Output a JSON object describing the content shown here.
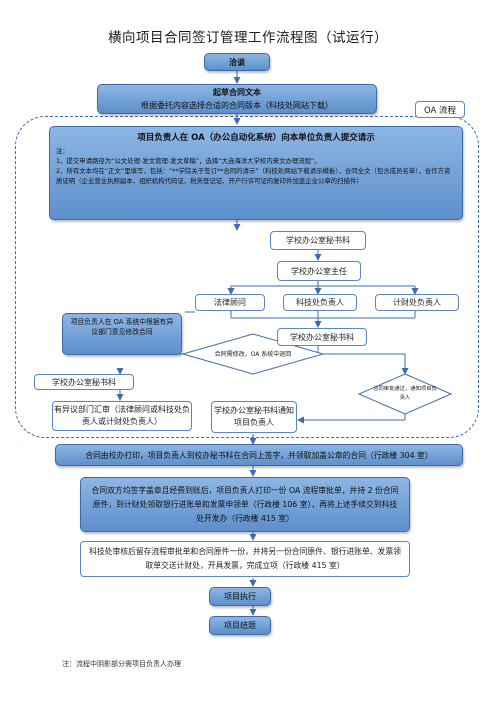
{
  "title": "横向项目合同签订管理工作流程图（试运行）",
  "nodes": {
    "negotiate": "洽谈",
    "draft_title": "起草合同文本",
    "draft_desc": "根据委托内容选择合适的合同版本（科技处网站下载）",
    "oa_tag": "OA 流程",
    "submit_title": "项目负责人在 OA（办公自动化系统）向本单位负责人提交请示",
    "note_label": "注：",
    "note_1": "1、提交申请路径为“公文处理-发文管理-发文草稿”，选择“大连海洋大学校内来文办理流程”。",
    "note_2": "2、所有文本均在“正文”里填写，包括：“**学院关于签订**合同的请示”（科技处网站下载请示模板），合同全文（包含成员名单），合作方资质证明（企业营业执照副本、组织机构代码证、税务登记证、开户行许可证的复印件加盖企业公章的扫描件）",
    "secretary_1": "学校办公室秘书科",
    "office_director": "学校办公室主任",
    "legal": "法律顾问",
    "sci_head": "科技处负责人",
    "finance_head": "计财处负责人",
    "pi_revise": "项目负责人在 OA 系统中根据有异议部门意见修改合同",
    "secretary_2": "学校办公室秘书科",
    "decision_reject": "合同需修改，OA 系统中退回",
    "decision_pass": "合同审批通过，通知项目负责人",
    "secretary_3": "学校办公室秘书科",
    "objection_report": "有异议部门汇审（法律顾问或科技处负责人或计财处负责人）",
    "notify_pi": "学校办公室秘书科通知项目负责人",
    "print_seal": "合同由校办打印，项目负责人到校办秘书科在合同上签字，并领取加盖公章的合同（行政楼 304 室）",
    "after_sign": "合同双方均签字盖章且经费到账后，项目负责人打印一份 OA 流程审批单，并持 2 份合同原件，到计财处领取银行进账单和发票申领单（行政楼 106 室），再将上述手续交到科技处开发办（行政楼 415 室）",
    "archive": "科技处审核后留存流程审批单和合同原件一份，并将另一份合同原件、银行进账单、发票领取单交送计财处，开具发票，完成立项（行政楼 415 室）",
    "execute": "项目执行",
    "close": "项目结题"
  },
  "footnote": "注：流程中阴影部分需项目负责人办理"
}
